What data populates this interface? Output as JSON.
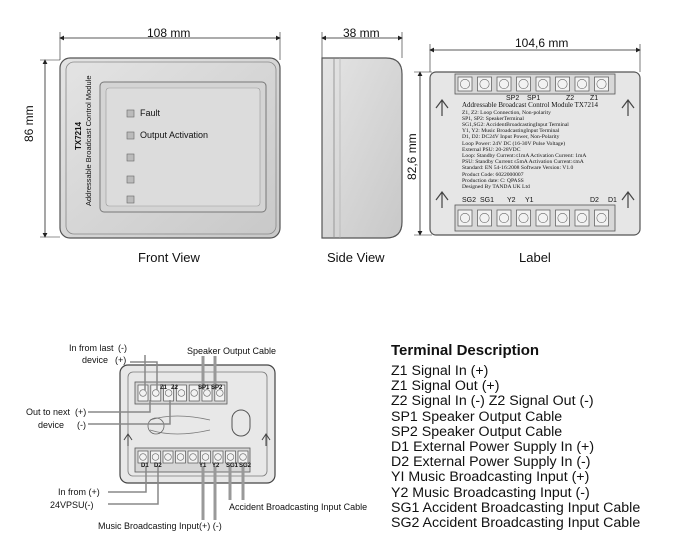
{
  "front_view": {
    "width_dim": "108 mm",
    "height_dim": "86 mm",
    "vertical_text_1": "TX7214",
    "vertical_text_2": "Addressable Broadcast Control Module",
    "led_fault": "Fault",
    "led_output": "Output Activation",
    "caption": "Front View"
  },
  "side_view": {
    "width_dim": "38 mm",
    "caption": "Side View"
  },
  "label_view": {
    "width_dim": "104,6 mm",
    "height_dim": "82,6 mm",
    "caption": "Label",
    "top_terminals": [
      "SP2",
      "SP1",
      "Z2",
      "Z1"
    ],
    "bottom_terminals": [
      "SG2",
      "SG1",
      "Y2",
      "Y1",
      "D2",
      "D1"
    ],
    "text_lines": [
      "Addressable Broadcast Control Module",
      "TX7214",
      "Z1, Z2: Loop Connection, Non-polarity",
      "SP1, SP2: SpeakerTerminal",
      "SG1,SG2: AccidentBroadcastingInput Terminal",
      "Y1, Y2: Music BroadcastingInput Terminal",
      "D1, D2: DC24V Input Power, Non-Polarity",
      "Loop Power: 24V DC (16-30V Pulse Voltage)",
      "External PSU: 20-28VDC",
      "Loop: Standby Current:≤1mA Activation Current: 1mA",
      "PSU: Standby Current:≤5mA Activation Current:≤mA",
      "Standard: EN 54-16:2008 Software Version: V1.0",
      "Product Code: 6022000007",
      "Production date: C: QPASS",
      "Designed By TANDA UK Ltd"
    ]
  },
  "wiring": {
    "in_from_last_1": "In from last",
    "in_from_last_2": "device",
    "in_plus": "(+)",
    "in_minus": "(-)",
    "out_next_1": "Out to next",
    "out_next_2": "device",
    "out_plus": "(+)",
    "out_minus": "(-)",
    "speaker_cable": "Speaker Output Cable",
    "in_from_24_1": "In from (+)",
    "in_from_24_2": "24VPSU(-)",
    "music_input": "Music Broadcasting Input(+) (-)",
    "accident_input": "Accident Broadcasting Input  Cable",
    "top_terms": [
      "Z1",
      "Z2",
      "SP1",
      "SP2"
    ],
    "bottom_terms": [
      "D1",
      "D2",
      "Y1",
      "Y2",
      "SG1",
      "SG2"
    ]
  },
  "terminal_description": {
    "title": "Terminal Description",
    "items": [
      "Z1 Signal In (+)",
      "Z1 Signal Out (+)",
      "Z2 Signal In (-) Z2 Signal Out (-)",
      "SP1 Speaker Output Cable",
      "SP2 Speaker Output Cable",
      "D1 External Power Supply In (+)",
      "D2 External Power Supply In (-)",
      "YI Music Broadcasting Input (+)",
      "Y2 Music Broadcasting Input (-)",
      "SG1 Accident Broadcasting Input Cable",
      "SG2 Accident Broadcasting Input Cable"
    ]
  }
}
